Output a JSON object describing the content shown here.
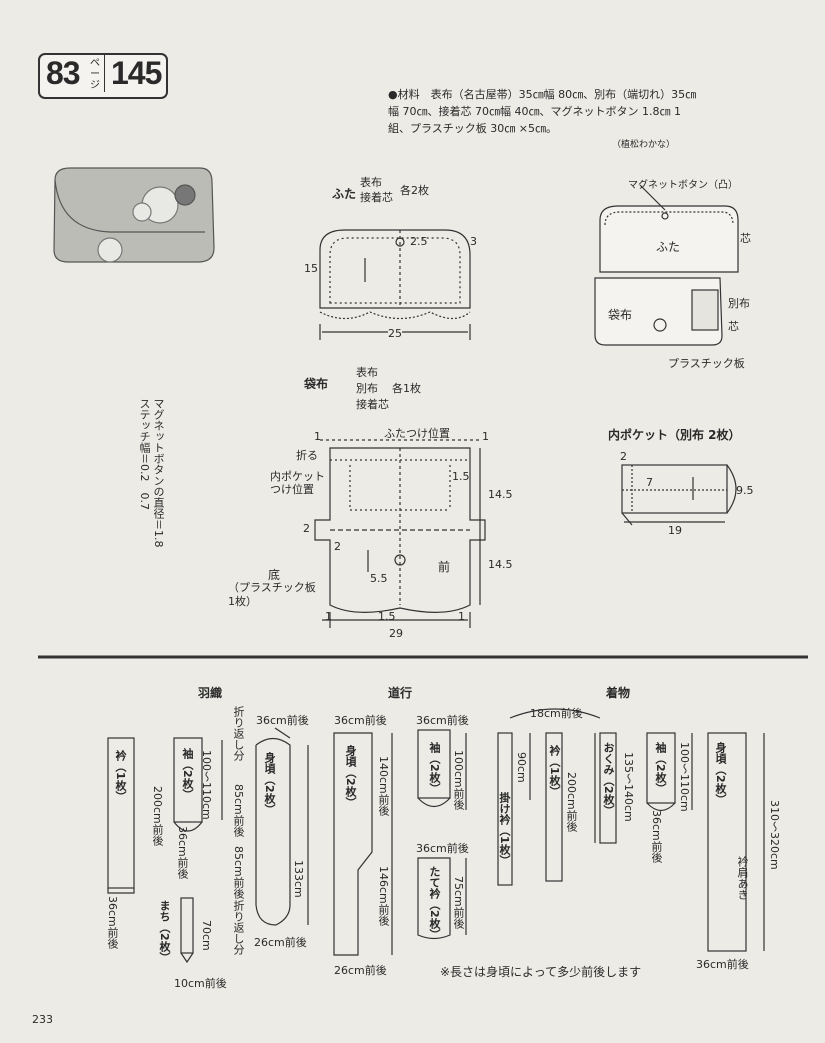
{
  "header": {
    "page_ref": "83",
    "page_unit": "ページ",
    "pattern_no": "145"
  },
  "materials": {
    "text": "●材料　表布（名古屋帯）35㎝幅 80㎝、別布（端切れ）35㎝幅 70㎝、接着芯 70㎝幅 40㎝、マグネットボタン 1.8㎝ 1組、プラスチック板 30㎝ ×5㎝。",
    "credit": "（植松わかな）"
  },
  "side_note": {
    "line1": "マグネットボタンの直径＝1.8",
    "line2": "ステッチ幅＝0.2　0.7"
  },
  "flap": {
    "title": "ふた",
    "fabric1": "表布",
    "fabric2": "接着芯",
    "count": "各2枚",
    "h": "15",
    "w": "25",
    "r": "2.5",
    "s": "3"
  },
  "bag": {
    "title": "袋布",
    "f1": "表布",
    "f2": "別布",
    "f3": "接着芯",
    "count": "各1枚",
    "flap_pos": "ふたつけ位置",
    "fold": "折る",
    "pocket_pos": "内ポケットつけ位置",
    "front": "前",
    "bottom": "底",
    "plastic": "（プラスチック板1枚）",
    "d1": "1",
    "d1b": "1",
    "d2": "1.5",
    "d3": "14.5",
    "d4": "14.5",
    "d5": "2",
    "d6": "2",
    "d7": "5.5",
    "d8": "1",
    "d9": "1.5",
    "d10": "1",
    "d11": "29"
  },
  "pocket": {
    "title": "内ポケット（別布 2枚）",
    "a": "2",
    "b": "7",
    "c": "9.5",
    "d": "19"
  },
  "illustration": {
    "magnet": "マグネットボタン（凸）",
    "flap": "ふた",
    "core": "芯",
    "bag": "袋布",
    "other": "別布",
    "core2": "芯",
    "plastic": "プラスチック板"
  },
  "sections": {
    "haori": "羽織",
    "michiyuki": "道行",
    "kimono": "着物"
  },
  "haori": {
    "eri": "衿（1枚）",
    "eri_len": "200cm前後",
    "eri_w": "36cm前後",
    "sode": "袖（2枚）",
    "sode_len": "100〜110cm",
    "sode_w": "36cm前後",
    "machi": "まち（2枚）",
    "machi_len": "70cm",
    "machi_w": "10cm前後",
    "migoro": "身頃（2枚）",
    "migoro_top": "36cm前後",
    "fold1": "折り返し分",
    "m85a": "85cm前後",
    "m85b": "85cm前後",
    "fold2": "折り返し分",
    "m133": "133cm",
    "migoro_bottom": "26cm前後"
  },
  "michiyuki": {
    "migoro": "身頃（2枚）",
    "migoro_top": "36cm前後",
    "m140": "140cm前後",
    "m146": "146cm前後",
    "migoro_bottom": "26cm前後",
    "sode": "袖（2枚）",
    "sode_top": "36cm前後",
    "sode_len": "100cm前後",
    "tateeri": "たて衿（2枚）",
    "tateeri_top": "36cm前後",
    "tateeri_len": "75cm前後"
  },
  "kimono": {
    "top": "18cm前後",
    "kakeeri": "掛け衿（1枚）",
    "kakeeri_len": "90cm",
    "eri": "衿（1枚）",
    "eri_len": "200cm前後",
    "okumi": "おくみ（2枚）",
    "okumi_len": "135〜140cm",
    "sode": "袖（2枚）",
    "sode_len": "100〜110cm",
    "sode_w": "36cm前後",
    "migoro": "身頃（2枚）",
    "migoro_len": "310〜320cm",
    "eriake": "衿肩あき",
    "migoro_w": "36cm前後"
  },
  "footer": {
    "note": "※長さは身頃によって多少前後します",
    "page": "233"
  }
}
